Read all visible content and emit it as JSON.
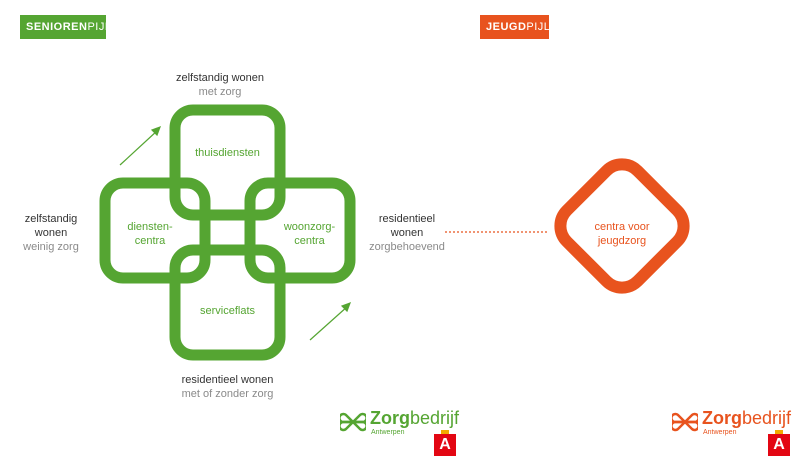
{
  "pillars": {
    "senior": {
      "bold": "SENIOREN",
      "light": "PIJLER",
      "color": "#55a532"
    },
    "jeugd": {
      "bold": "JEUGD",
      "light": "PIJLER",
      "color": "#e8531e"
    }
  },
  "top_label": {
    "line1": "zelfstandig wonen",
    "line2": "met zorg"
  },
  "left_label": {
    "line1": "zelfstandig",
    "line2": "wonen",
    "line3": "weinig zorg"
  },
  "right_label": {
    "line1": "residentieel",
    "line2": "wonen",
    "line3": "zorgbehoevend"
  },
  "bottom_label": {
    "line1": "residentieel wonen",
    "line2": "met of zonder zorg"
  },
  "nodes": {
    "thuisdiensten": "thuisdiensten",
    "dienstencentra_1": "diensten-",
    "dienstencentra_2": "centra",
    "woonzorg_1": "woonzorg-",
    "woonzorg_2": "centra",
    "serviceflats": "serviceflats",
    "jeugd_1": "centra voor",
    "jeugd_2": "jeugdzorg"
  },
  "logos": {
    "left": {
      "bold": "Zorg",
      "light": "bedrijf",
      "sub": "Antwerpen",
      "color": "#55a532",
      "icon": "clover-icon"
    },
    "right": {
      "bold": "Zorg",
      "light": "bedrijf",
      "sub": "Antwerpen",
      "color": "#e8531e",
      "icon": "clover-icon"
    },
    "city_badge": "A"
  }
}
